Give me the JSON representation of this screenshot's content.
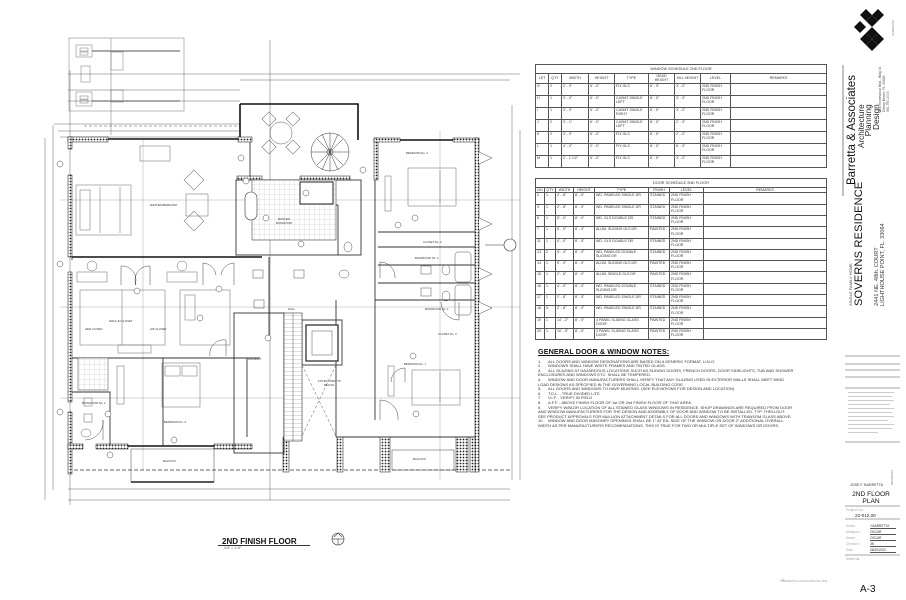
{
  "window_schedule": {
    "title": "WINDOW SCHEDULE 2ND FLOOR",
    "columns": [
      "LET",
      "QTY",
      "WIDTH",
      "HEIGHT",
      "TYPE",
      "HEAD HEIGHT",
      "SILL HEIGHT",
      "LEVEL",
      "REMARKS"
    ],
    "rows": [
      {
        "let": "G",
        "qty": "2",
        "width": "2' - 0\"",
        "height": "5' - 0\"",
        "type": "FIX GLS",
        "head": "8' - 0\"",
        "sill": "3' - 0\"",
        "level": "2ND FINISH FLOOR",
        "remarks": ""
      },
      {
        "let": "H",
        "qty": "1",
        "width": "3' - 0\"",
        "height": "5' - 0\"",
        "type": "CASMT SINGLE LEFT",
        "head": "8' - 0\"",
        "sill": "3' - 0\"",
        "level": "2ND FINISH FLOOR",
        "remarks": ""
      },
      {
        "let": "I",
        "qty": "1",
        "width": "3' - 0\"",
        "height": "5' - 0\"",
        "type": "CASMT SINGLE RIGHT",
        "head": "8' - 0\"",
        "sill": "3' - 0\"",
        "level": "2ND FINISH FLOOR",
        "remarks": ""
      },
      {
        "let": "J",
        "qty": "2",
        "width": "3' - 1\"",
        "height": "6' - 0\"",
        "type": "CASMT SINGLE LEFT",
        "head": "8' - 0\"",
        "sill": "2' - 0\"",
        "level": "2ND FINISH FLOOR",
        "remarks": ""
      },
      {
        "let": "K",
        "qty": "2",
        "width": "3' - 0\"",
        "height": "6' - 0\"",
        "type": "FIX GLS",
        "head": "8' - 0\"",
        "sill": "2' - 0\"",
        "level": "2ND FINISH FLOOR",
        "remarks": ""
      },
      {
        "let": "L",
        "qty": "1",
        "width": "4' - 0\"",
        "height": "2' - 0\"",
        "type": "FIX GLS",
        "head": "8' - 0\"",
        "sill": "6' - 0\"",
        "level": "2ND FINISH FLOOR",
        "remarks": ""
      },
      {
        "let": "M",
        "qty": "1",
        "width": "2' - 1 1/2\"",
        "height": "5' - 0\"",
        "type": "FIX GLS",
        "head": "8' - 0\"",
        "sill": "3' - 0\"",
        "level": "2ND FINISH FLOOR",
        "remarks": ""
      }
    ]
  },
  "door_schedule": {
    "title": "DOOR SCHEDULE 2ND FLOOR",
    "columns": [
      "NO",
      "QTY",
      "WIDTH",
      "HEIGHT",
      "TYPE",
      "FINISH",
      "LEVEL",
      "REMARKS"
    ],
    "rows": [
      {
        "no": "2",
        "qty": "1",
        "width": "2' - 8\"",
        "height": "8' - 0\"",
        "type": "WD. PANELED SINGLE DR",
        "finish": "STAINED",
        "level": "2ND FINISH FLOOR",
        "remarks": ""
      },
      {
        "no": "3",
        "qty": "1",
        "width": "2' - 8\"",
        "height": "8' - 0\"",
        "type": "WD. PANELED SINGLE DR",
        "finish": "STAINED",
        "level": "2ND FINISH FLOOR",
        "remarks": ""
      },
      {
        "no": "6",
        "qty": "1",
        "width": "5' - 0\"",
        "height": "8' - 0\"",
        "type": "WD. GLS DOUBLE DR",
        "finish": "STAINED",
        "level": "2ND FINISH FLOOR",
        "remarks": ""
      },
      {
        "no": "7",
        "qty": "1",
        "width": "5' - 0\"",
        "height": "8' - 0\"",
        "type": "ALUM. SLIDING GLS DR",
        "finish": "PAINTED",
        "level": "2ND FINISH FLOOR",
        "remarks": ""
      },
      {
        "no": "11",
        "qty": "1",
        "width": "4' - 0\"",
        "height": "8' - 0\"",
        "type": "WD. GLS DOUBLE DR",
        "finish": "STAINED",
        "level": "2ND FINISH FLOOR",
        "remarks": ""
      },
      {
        "no": "13",
        "qty": "2",
        "width": "5' - 4\"",
        "height": "8' - 0\"",
        "type": "WD. PANELED DOUBLE SLIDING DR",
        "finish": "STAINED",
        "level": "2ND FINISH FLOOR",
        "remarks": ""
      },
      {
        "no": "14",
        "qty": "1",
        "width": "5' - 0\"",
        "height": "8' - 0\"",
        "type": "ALUM. SLIDING GLS DR",
        "finish": "PAINTED",
        "level": "2ND FINISH FLOOR",
        "remarks": ""
      },
      {
        "no": "15",
        "qty": "1",
        "width": "2' - 6\"",
        "height": "8' - 0\"",
        "type": "ALUM. SINGLE GLS DR",
        "finish": "PAINTED",
        "level": "2ND FINISH FLOOR",
        "remarks": ""
      },
      {
        "no": "16",
        "qty": "1",
        "width": "4' - 0\"",
        "height": "8' - 0\"",
        "type": "WD. PANELED DOUBLE SLIDING DR",
        "finish": "STAINED",
        "level": "2ND FINISH FLOOR",
        "remarks": ""
      },
      {
        "no": "17",
        "qty": "1",
        "width": "1' - 8\"",
        "height": "8' - 0\"",
        "type": "WD. PANELED SINGLE DR",
        "finish": "STAINED",
        "level": "2ND FINISH FLOOR",
        "remarks": ""
      },
      {
        "no": "18",
        "qty": "5",
        "width": "2' - 8\"",
        "height": "8' - 0\"",
        "type": "WD. PANELED SINGLE DR",
        "finish": "STAINED",
        "level": "2ND FINISH FLOOR",
        "remarks": ""
      },
      {
        "no": "19",
        "qty": "1",
        "width": "14' - 2\"",
        "height": "8' - 0\"",
        "type": "4 PANEL SLIDING GLASS DOOR",
        "finish": "PAINTED",
        "level": "2ND FINISH FLOOR",
        "remarks": ""
      },
      {
        "no": "20",
        "qty": "1",
        "width": "10' - 5\"",
        "height": "8' - 0\"",
        "type": "3 PANEL SLIDING GLASS DOOR",
        "finish": "PAINTED",
        "level": "2ND FINISH FLOOR",
        "remarks": ""
      }
    ]
  },
  "notes": {
    "heading": "GENERAL DOOR & WINDOW NOTES:",
    "items": [
      {
        "n": "1.",
        "text": "ALL DOORS AND WINDOW DESIGNATIONS ARE BASED ON A GENERIC FORMAT. U.N.O."
      },
      {
        "n": "2.",
        "text": "WINDOWS SHALL HAVE WHITE FRAMES AND TINTED GLASS."
      },
      {
        "n": "3.",
        "text": "ALL GLAZING AT HAZARDOUS LOCATIONS SUCH AS SLIDING DOORS, FRENCH DOORS, DOOR SIDELIGHTS, TUB AND SHOWER ENCLOSURES AND WINDOWS ETC. SHALL BE TEMPERED."
      },
      {
        "n": "4.",
        "text": "WINDOW AND DOOR MANUFACTURERS SHALL VERIFY THAT ANY GLAZING USED IN EXTERIOR WALLS SHALL MEET WIND LOAD DESIGNS AS SPECIFIED IN THE GOVERNING LOCAL BUILDING CODE."
      },
      {
        "n": "5.",
        "text": "ALL DOORS AND WINDOWS TO HAVE MUNTINS. (SEE ELEVATIONS FOR DESIGN AND LOCATION)"
      },
      {
        "n": "6.",
        "text": "T.D.L. - TRUE DIVIDED LITE"
      },
      {
        "n": "7.",
        "text": "V.I.F. - VERIFY IN FIELD"
      },
      {
        "n": "8.",
        "text": "A.F.F. - ABOVE FINISH FLOOR OF 1st OR 2nd FINISH FLOOR OF THAT AREA."
      },
      {
        "n": "9.",
        "text": "VERIFY W/BLDR LOCATION OF ALL STAINED GLASS WINDOWS IN RESIDENCE. SHOP DRAWINGS ARE REQUIRED FROM DOOR AND WINDOW MANUFACTURERS FOR THE DESIGN AND ASSEMBLY OF DOOR AND WINDOW TO BE INSTALLED, TYP. THRU-OUT. SEE PRODUCT APPROVALS FOR MULLION ATTACHMENT DETAILS FOR ALL DOORS AND WINDOWS WITH TRANSOM GLASS ABOVE."
      },
      {
        "n": "10.",
        "text": "WINDOW AND DOOR MASONRY OPENINGS SHALL BE 1\" AT EA. SIDE OF THE WINDOW OR DOOR 2\" ADDITIONAL OVERALL WIDTH AS PER MANUFACTURERS RECOMENDATIONS. THIS IS TRUE FOR TWO OR MULTIPLE SET OF WINDOWS OR DOORS."
      }
    ]
  },
  "drawing": {
    "title": "2ND FINISH FLOOR",
    "scale": "1/4\" = 1'-0\"",
    "rooms": {
      "master_bedroom": "MASTER BEDROOM",
      "master_bathroom": "MASTER BATHROOM",
      "bedroom2": "BEDROOM No. 2",
      "bedroom3": "BEDROOM No. 3",
      "bedroom1": "BEDROOM No. 1",
      "walkin_closet": "WALK-IN CLOSET",
      "her_closet": "HER CLOSET",
      "his_closet": "HIS CLOSET",
      "hall": "HALL",
      "laundry": "LAUNDRY",
      "closet2": "CLOSET No. 2",
      "closet4": "CLOSET No. 4",
      "bath2": "BATHROOM No. 2",
      "bath3": "BATHROOM No. 3",
      "bath4": "BATHROOM No. 4",
      "balcony1": "BALCONY",
      "balcony2": "BALCONY",
      "foyer_open": "FOYER OPEN TO BELOW"
    }
  },
  "title_block": {
    "firm_name": "Barretta & Associates",
    "firm_sub": [
      "Architecture",
      "Planning",
      "Design"
    ],
    "firm_address": [
      "164 Homewood Blvd., Bldg 3c",
      "Delray Beach, FL 33445",
      "561.790.2000"
    ],
    "firm_code": "AA0002793",
    "project_type": "SINGLE FAMILY HOME",
    "project_name": "SOVERNS RESIDENCE",
    "project_addr1": "2441 NE. 48th. COURT",
    "project_addr2": "LIGHTHOUSE POINT, FL. 33064",
    "architect_name": "JOSE F. BARRETTA",
    "sheet_date_vert": "08/30/2022",
    "sheet_title": [
      "2ND FLOOR",
      "PLAN"
    ],
    "project_no_label": "Project No.",
    "project_no": "22-012.00",
    "fields": [
      {
        "k": "Drawn",
        "v": "J.BARRETTA"
      },
      {
        "k": "Designed",
        "v": "OSCAR"
      },
      {
        "k": "Drawn",
        "v": "OSCAR"
      },
      {
        "k": "Checked",
        "v": "JB"
      },
      {
        "k": "Date",
        "v": "08/30/2022"
      }
    ],
    "sheet_no_label": "Sheet No.",
    "sheet_no": "A-3",
    "copyright": "© BARRETTA & ASSOCIATES INC 2022"
  }
}
